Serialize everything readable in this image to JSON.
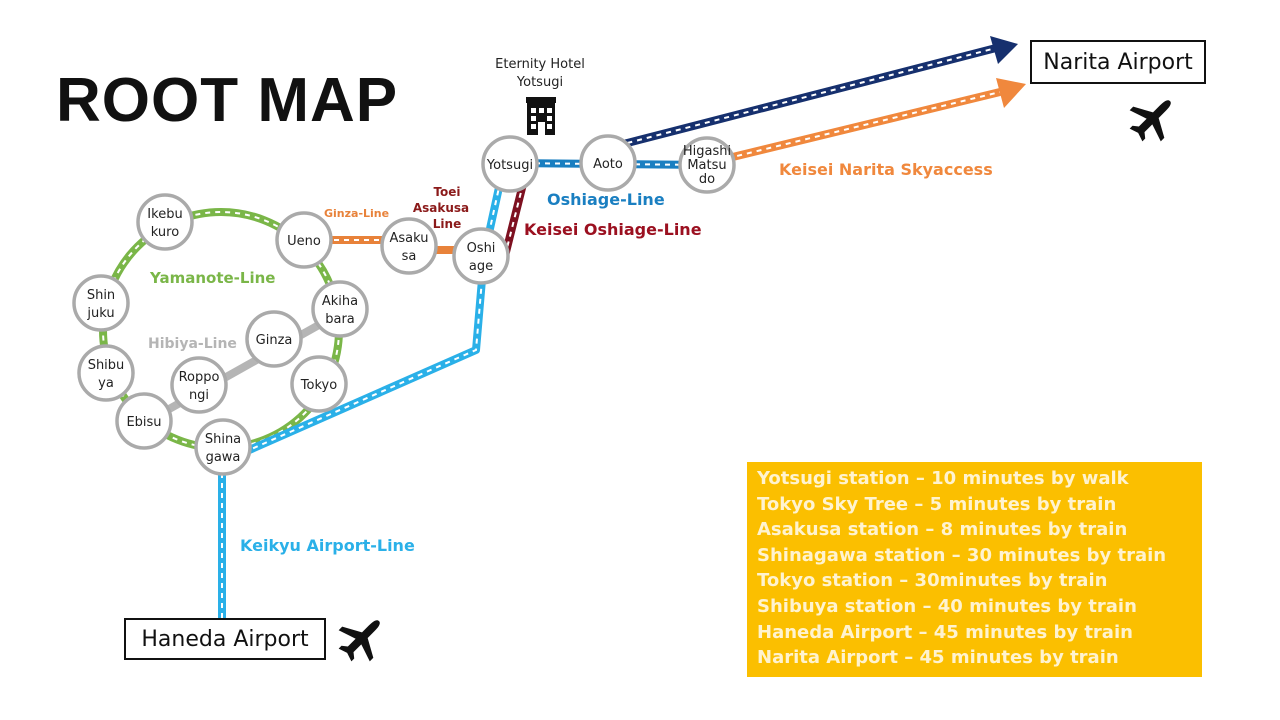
{
  "title": "ROOT MAP",
  "hotel": {
    "line1": "Eternity Hotel",
    "line2": "Yotsugi"
  },
  "airports": {
    "narita": "Narita Airport",
    "haneda": "Haneda Airport"
  },
  "lines": {
    "yamanote": "Yamanote-Line",
    "hibiya": "Hibiya-Line",
    "ginza": "Ginza-Line",
    "toei_asakusa": [
      "Toei",
      "Asakusa",
      "Line"
    ],
    "oshiage": "Oshiage-Line",
    "keisei_oshiage": "Keisei Oshiage-Line",
    "keisei_skyaccess": "Keisei Narita Skyaccess",
    "keikyu_airport": "Keikyu Airport-Line"
  },
  "stations": {
    "ikebukuro": [
      "Ikebu",
      "kuro"
    ],
    "shinjuku": [
      "Shin",
      "juku"
    ],
    "shibuya": [
      "Shibu",
      "ya"
    ],
    "ebisu": [
      "Ebisu"
    ],
    "shinagawa": [
      "Shina",
      "gawa"
    ],
    "roppongi": [
      "Roppo",
      "ngi"
    ],
    "ginza": [
      "Ginza"
    ],
    "akihabara": [
      "Akiha",
      "bara"
    ],
    "tokyo": [
      "Tokyo"
    ],
    "ueno": [
      "Ueno"
    ],
    "asakusa": [
      "Asaku",
      "sa"
    ],
    "oshiage": [
      "Oshi",
      "age"
    ],
    "yotsugi": [
      "Yotsugi"
    ],
    "aoto": [
      "Aoto"
    ],
    "higashimatsudo": [
      "Higashi",
      "Matsu",
      "do"
    ]
  },
  "travel_times": [
    "Yotsugi station – 10 minutes by walk",
    "Tokyo Sky Tree – 5 minutes by train",
    "Asakusa station – 8 minutes by train",
    "Shinagawa station – 30 minutes by train",
    "Tokyo station – 30minutes by train",
    "Shibuya station – 40 minutes by train",
    "Haneda Airport – 45 minutes by train",
    "Narita Airport – 45 minutes by train"
  ],
  "colors": {
    "yamanote": "#7ab648",
    "hibiya": "#b5b5b5",
    "ginza": "#e8823a",
    "toei_asakusa": "#8b1a1a",
    "oshiage": "#1a7fc1",
    "keisei_oshiage": "#7d1020",
    "keikyu": "#2ab0e8",
    "skyliner": "#16306e",
    "skyaccess": "#f0883d",
    "info_bg": "#fbbf00"
  }
}
